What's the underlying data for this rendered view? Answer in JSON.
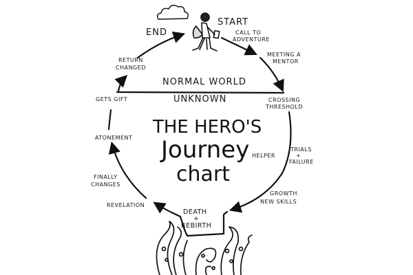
{
  "title": {
    "line1": "THE HERO'S",
    "line2": "Journey",
    "line3": "chart"
  },
  "divider": {
    "above": "NORMAL WORLD",
    "below": "UNKNOWN"
  },
  "stages": {
    "start": "START",
    "call": [
      "CALL TO",
      "ADVENTURE"
    ],
    "mentor": [
      "MEETING A",
      "MENTOR"
    ],
    "threshold": [
      "CROSSING",
      "THRESHOLD"
    ],
    "helper": "HELPER",
    "trials": [
      "TRIALS",
      "+",
      "FAILURE"
    ],
    "growth": [
      "GROWTH",
      "NEW SKILLS"
    ],
    "death": [
      "DEATH",
      "+",
      "REBIRTH"
    ],
    "revelation": "REVELATION",
    "finally": [
      "FINALLY",
      "CHANGES"
    ],
    "atonement": "ATONEMENT",
    "gift": "GETS GIFT",
    "return": [
      "RETURN",
      "CHANGED"
    ],
    "end": "END"
  },
  "colors": {
    "ink": "#111111",
    "paper": "#ffffff"
  }
}
